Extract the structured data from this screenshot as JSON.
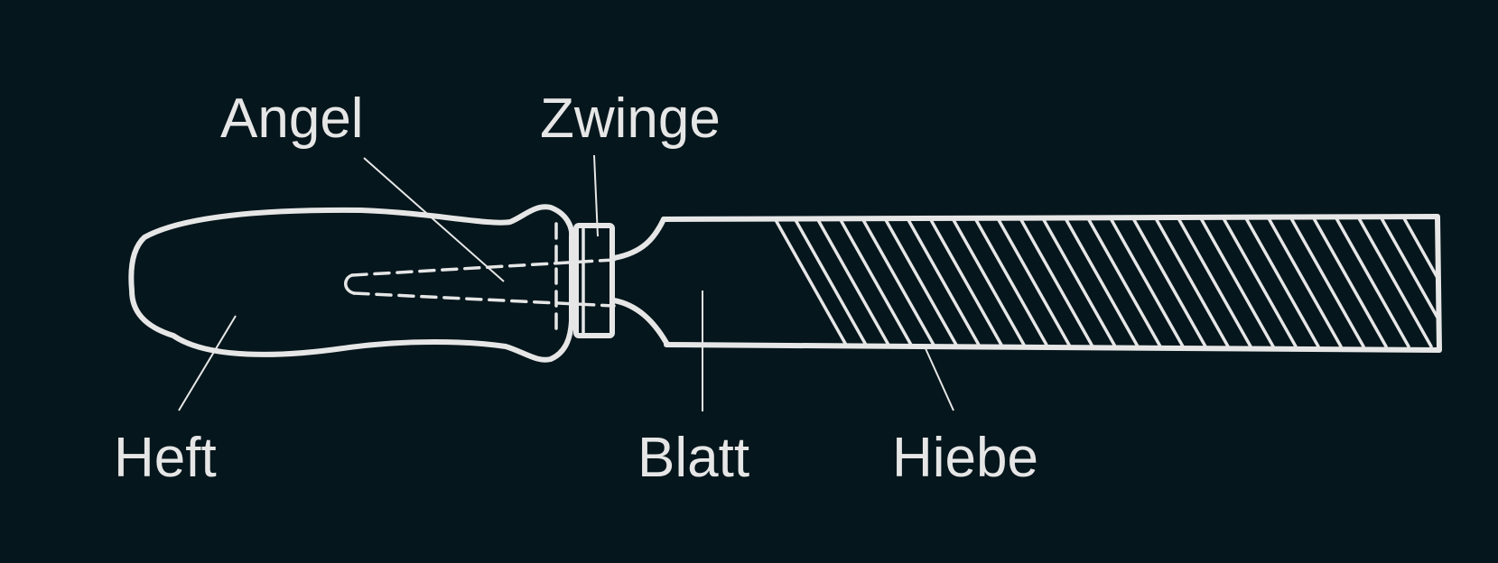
{
  "labels": {
    "angel": "Angel",
    "zwinge": "Zwinge",
    "heft": "Heft",
    "blatt": "Blatt",
    "hiebe": "Hiebe"
  },
  "colors": {
    "background": "#05161c",
    "line": "#e6e6e6"
  }
}
